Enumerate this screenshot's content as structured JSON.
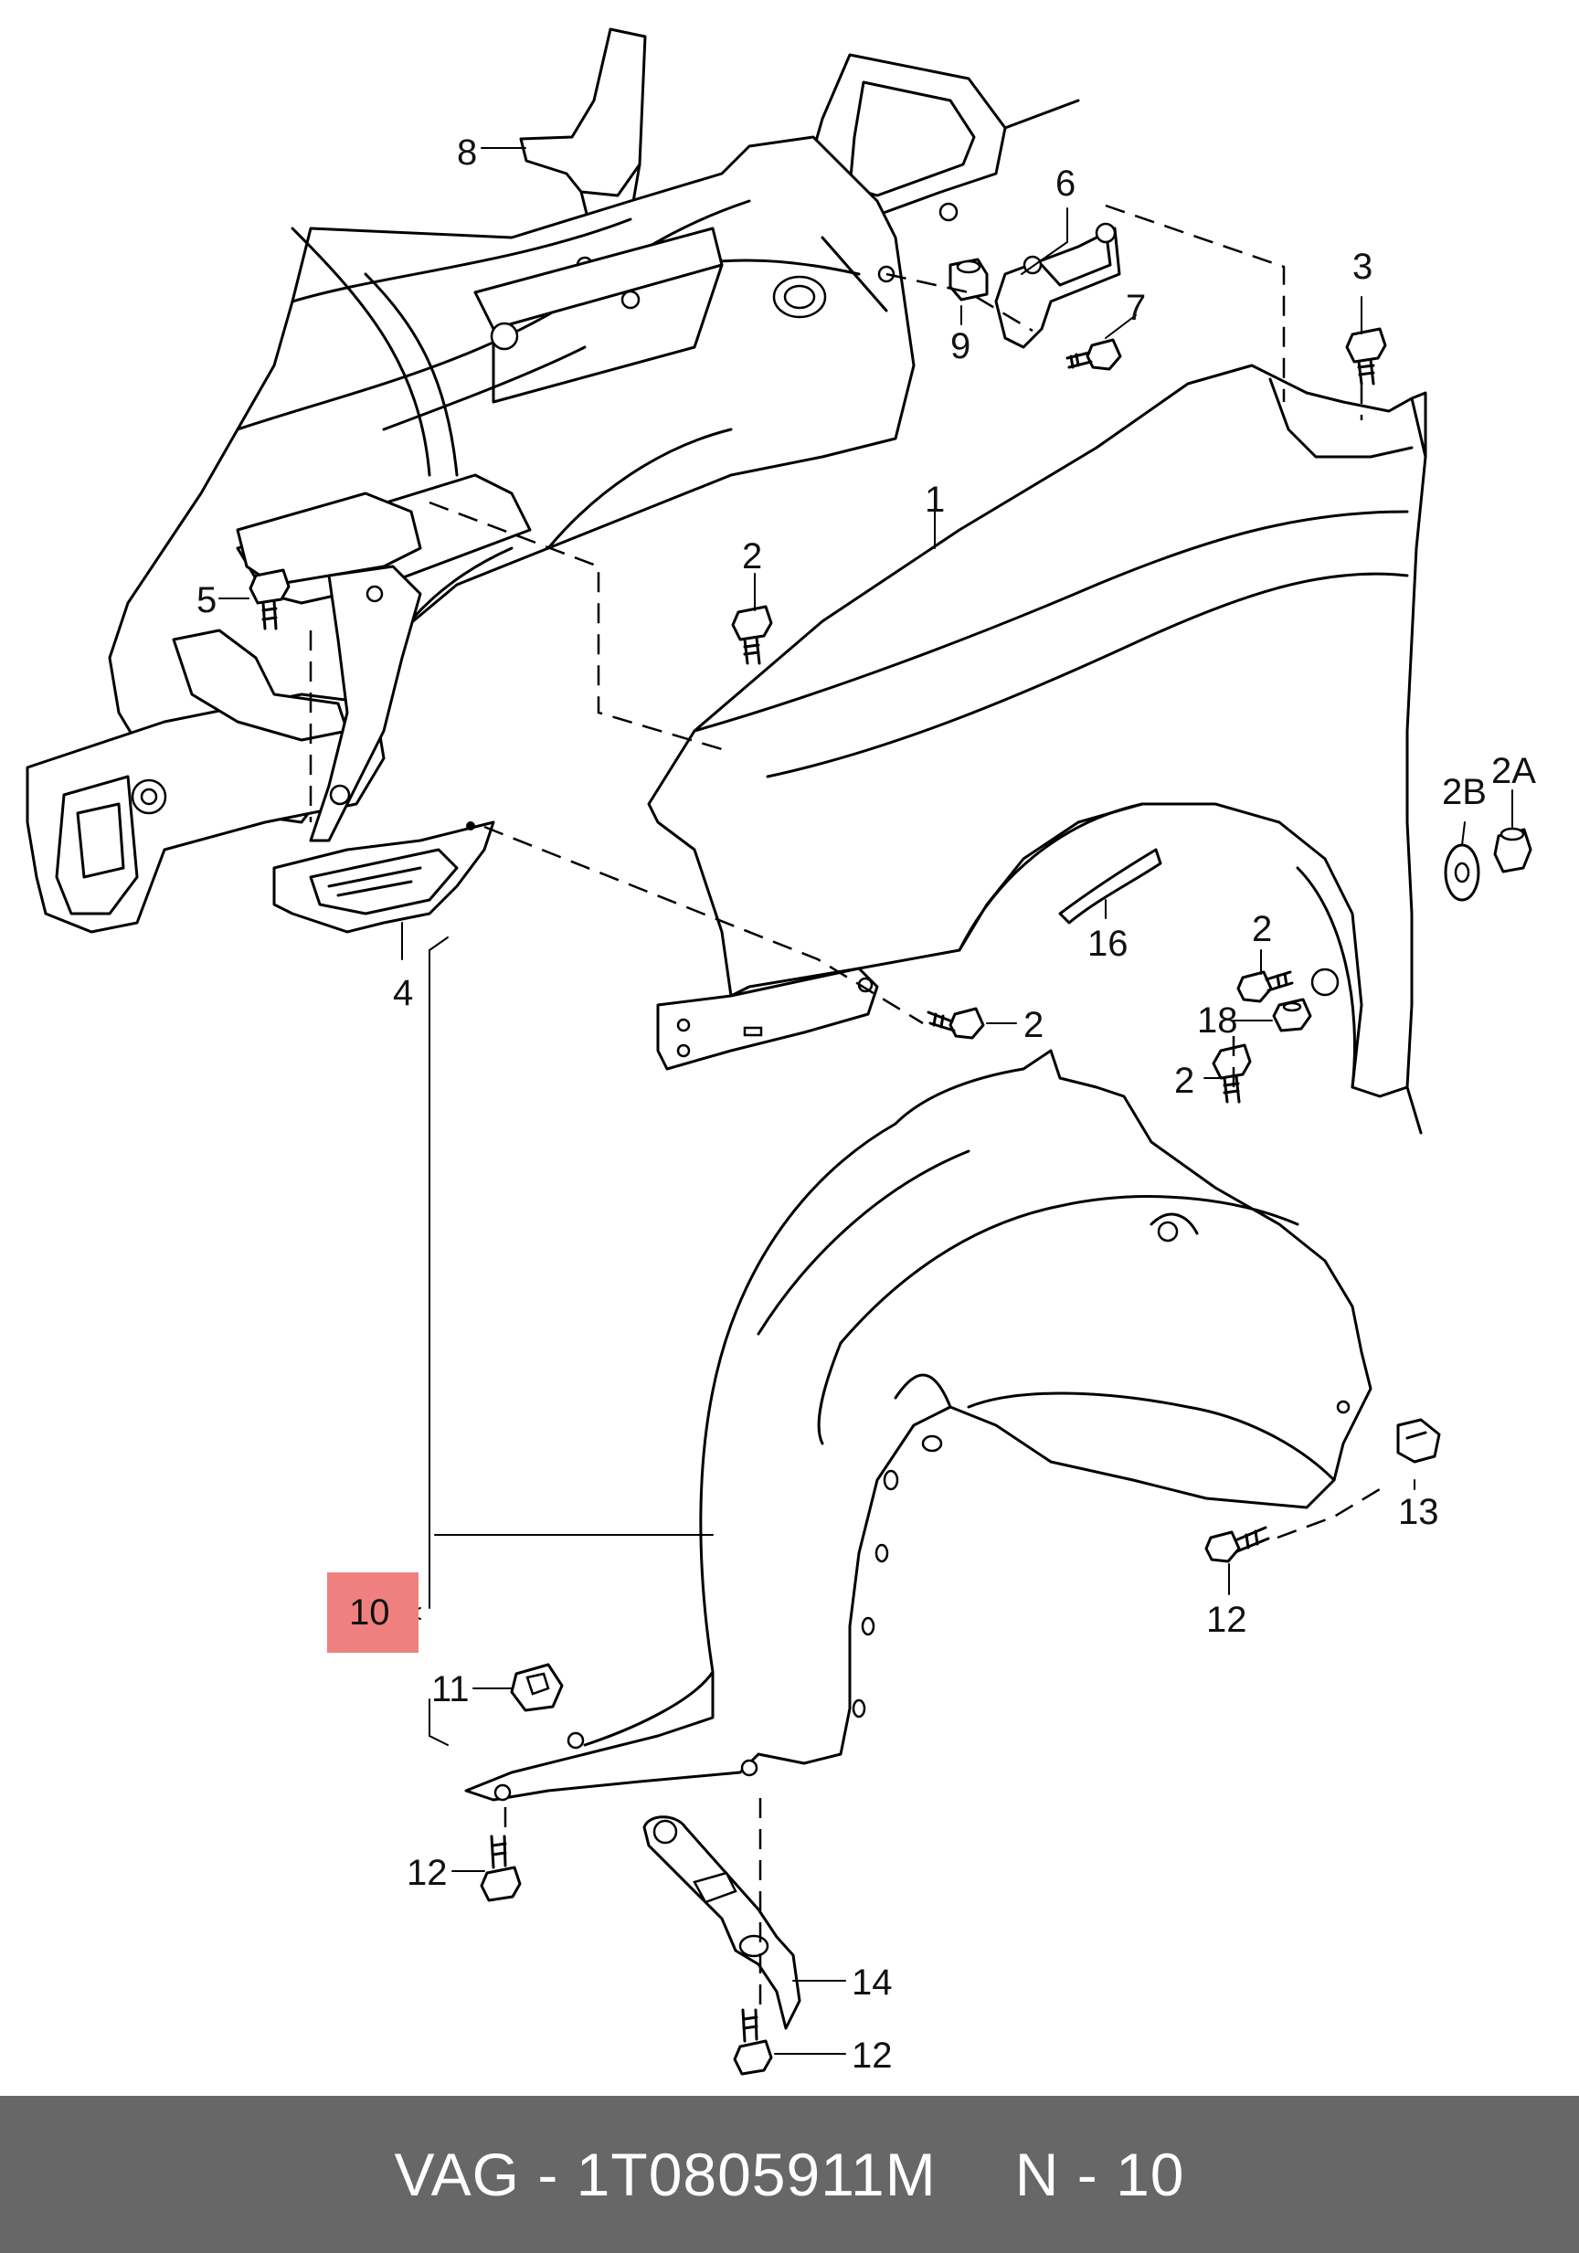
{
  "footer": {
    "brand": "VAG",
    "sep1": "-",
    "part_number": "1T0805911M",
    "position_prefix": "N",
    "sep2": "-",
    "position_number": "10"
  },
  "callouts": {
    "c1": "1",
    "c2a": "2A",
    "c2b": "2B",
    "c2_top": "2",
    "c2_front": "2",
    "c2_wheel_upper": "2",
    "c2_wheel_lower": "2",
    "c3": "3",
    "c4": "4",
    "c5": "5",
    "c6": "6",
    "c7": "7",
    "c8": "8",
    "c9": "9",
    "c10": "10",
    "c11": "11",
    "c12_left": "12",
    "c12_right": "12",
    "c12_bottom": "12",
    "c13": "13",
    "c14": "14",
    "c16": "16",
    "c18": "18"
  },
  "colors": {
    "highlight": "#f08080",
    "footer_background": "#676767",
    "footer_text": "#ffffff",
    "line_art": "#000000"
  }
}
